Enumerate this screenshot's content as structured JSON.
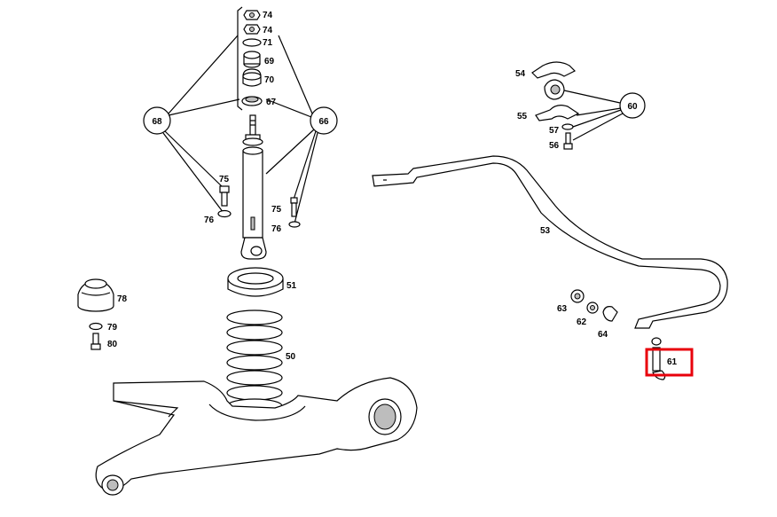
{
  "labels": {
    "p74a": "74",
    "p74b": "74",
    "p71": "71",
    "p69": "69",
    "p70": "70",
    "p67": "67",
    "p68": "68",
    "p66": "66",
    "p75a": "75",
    "p76a": "76",
    "p75b": "75",
    "p76b": "76",
    "p51": "51",
    "p50": "50",
    "p78": "78",
    "p79": "79",
    "p80": "80",
    "p54": "54",
    "p55": "55",
    "p57": "57",
    "p56": "56",
    "p60": "60",
    "p53": "53",
    "p63": "63",
    "p62": "62",
    "p64": "64",
    "p61": "61"
  },
  "highlight": {
    "part": "61",
    "color": "#e8000b"
  }
}
